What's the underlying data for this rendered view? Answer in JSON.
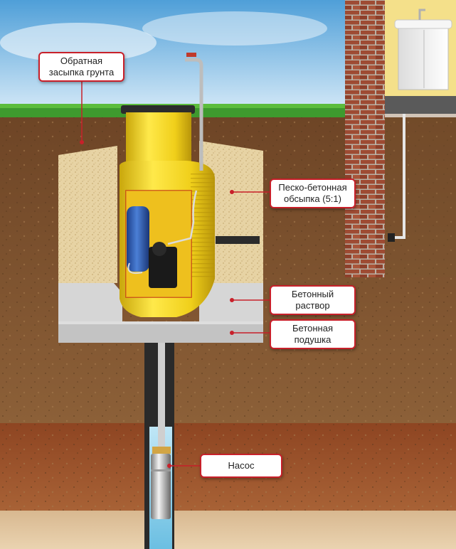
{
  "labels": {
    "backfill": {
      "line1": "Обратная",
      "line2": "засыпка грунта"
    },
    "sand_concrete": {
      "line1": "Песко-бетонная",
      "line2": "обсыпка (5:1)"
    },
    "concrete_mortar": {
      "line1": "Бетонный",
      "line2": "раствор"
    },
    "concrete_pad": {
      "line1": "Бетонная",
      "line2": "подушка"
    },
    "pump": {
      "line1": "Насос"
    }
  },
  "colors": {
    "callout_border": "#c8202a",
    "caisson_yellow": "#f2d21c",
    "soil_brown": "#8a5a32",
    "clay_red": "#9a4e2a",
    "sand": "#e6cf9e",
    "concrete": "#cfcfcf",
    "water": "#9fd6ee",
    "brick": "#9c4a32",
    "grass": "#3e9a2e",
    "sky": "#a9d2f0"
  }
}
